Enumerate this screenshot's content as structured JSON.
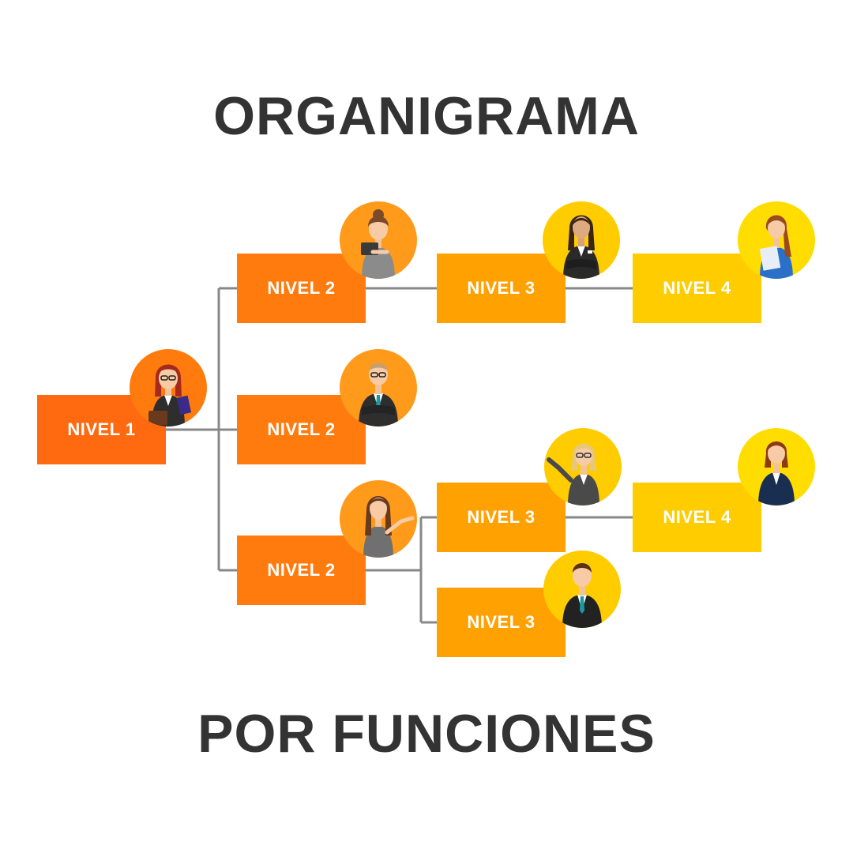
{
  "title": {
    "top": "ORGANIGRAMA",
    "bottom": "POR FUNCIONES"
  },
  "colors": {
    "level1": "#ff6a10",
    "level2": "#ff7b0e",
    "level3": "#ffa100",
    "level4": "#ffcc00",
    "line": "#888888",
    "text": "#333333"
  },
  "nodes": [
    {
      "id": "n1",
      "label": "NIVEL 1",
      "level": 1,
      "avatar": "woman-glasses-briefcase-icon"
    },
    {
      "id": "n2a",
      "label": "NIVEL 2",
      "level": 2,
      "avatar": "woman-tablet-icon"
    },
    {
      "id": "n2b",
      "label": "NIVEL 2",
      "level": 2,
      "avatar": "man-glasses-arms-crossed-icon"
    },
    {
      "id": "n2c",
      "label": "NIVEL 2",
      "level": 2,
      "avatar": "woman-pointing-icon"
    },
    {
      "id": "n3a",
      "label": "NIVEL 3",
      "level": 3,
      "avatar": "woman-arms-crossed-icon"
    },
    {
      "id": "n3b",
      "label": "NIVEL 3",
      "level": 3,
      "avatar": "blonde-woman-pointing-icon"
    },
    {
      "id": "n3c",
      "label": "NIVEL 3",
      "level": 3,
      "avatar": "man-suit-icon"
    },
    {
      "id": "n4a",
      "label": "NIVEL 4",
      "level": 4,
      "avatar": "woman-holding-papers-icon"
    },
    {
      "id": "n4b",
      "label": "NIVEL 4",
      "level": 4,
      "avatar": "woman-navy-suit-icon"
    }
  ],
  "edges": [
    [
      "n1",
      "n2a"
    ],
    [
      "n1",
      "n2b"
    ],
    [
      "n1",
      "n2c"
    ],
    [
      "n2a",
      "n3a"
    ],
    [
      "n3a",
      "n4a"
    ],
    [
      "n2c",
      "n3b"
    ],
    [
      "n2c",
      "n3c"
    ],
    [
      "n3b",
      "n4b"
    ]
  ]
}
